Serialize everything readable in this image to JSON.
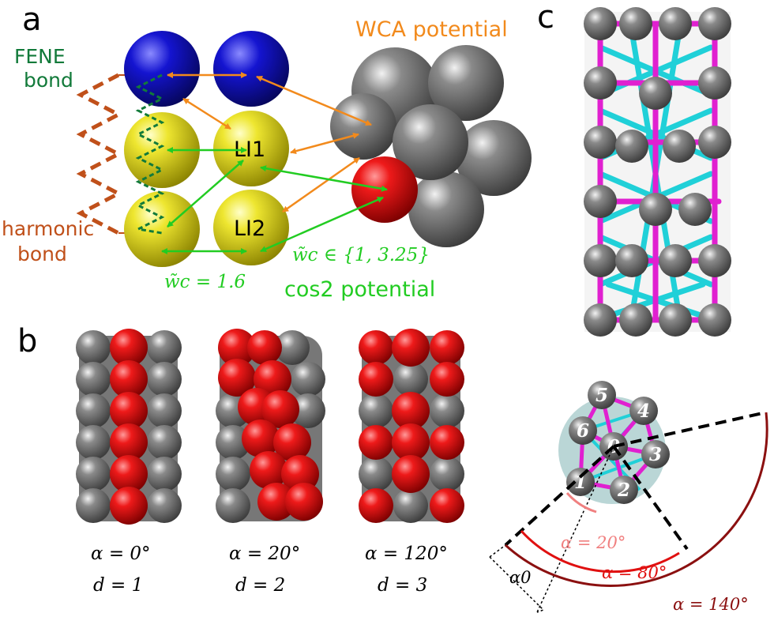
{
  "panels": {
    "a": "a",
    "b": "b",
    "c": "c"
  },
  "panel_a": {
    "wca_label": "WCA potential",
    "fene_line1": "FENE",
    "fene_line2": "bond",
    "harmonic_line1": "harmonic",
    "harmonic_line2": "bond",
    "li1": "LI1",
    "li2": "LI2",
    "wc_left": "w̃c = 1.6",
    "wc_right": "w̃c ∈ {1, 3.25}",
    "cos2_label": "cos2 potential"
  },
  "panel_b": {
    "captions": [
      {
        "alpha": "α = 0°",
        "d": "d = 1"
      },
      {
        "alpha": "α = 20°",
        "d": "d = 2"
      },
      {
        "alpha": "α = 120°",
        "d": "d = 3"
      }
    ]
  },
  "panel_c": {
    "bead_numbers": [
      "0",
      "1",
      "2",
      "3",
      "4",
      "5",
      "6"
    ],
    "alpha0": "α0",
    "alpha20": "α = 20°",
    "alpha80": "α = 80°",
    "alpha140": "α = 140°"
  },
  "colors": {
    "blue_bead": "#1010c0",
    "yellow_bead": "#e8e020",
    "red_bead": "#e01010",
    "gray_bead": "#7a7a7a",
    "wca_orange": "#f28a1c",
    "cos2_green": "#22cc22",
    "fene_green": "#127a3a",
    "harmonic_brown": "#c0501a",
    "connector_magenta": "#e020d0",
    "connector_cyan": "#20d0d8",
    "angle20": "#f08080",
    "angle80": "#e01010",
    "angle140": "#8b1010"
  }
}
